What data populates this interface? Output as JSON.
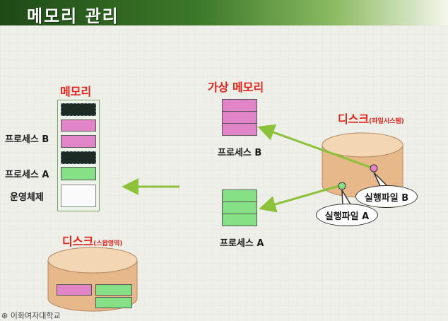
{
  "header": {
    "title": "메모리 관리"
  },
  "memory": {
    "title": "메모리",
    "labels": {
      "process_b": "프로세스 B",
      "process_a": "프로세스 A",
      "os": "운영체제"
    }
  },
  "virtual_memory": {
    "title": "가상 메모리",
    "process_b": "프로세스 B",
    "process_a": "프로세스 A"
  },
  "disk_file": {
    "title": "디스크",
    "subtitle": "(파일시스템)",
    "exe_b": "실행파일 B",
    "exe_a": "실행파일 A"
  },
  "disk_swap": {
    "title": "디스크",
    "subtitle": "(스왑영역)"
  },
  "footer": {
    "text": "이화여자대학교"
  },
  "colors": {
    "pink": "#e285c8",
    "green": "#86e085",
    "red": "#e0241c",
    "disk": "#e6b88a"
  }
}
